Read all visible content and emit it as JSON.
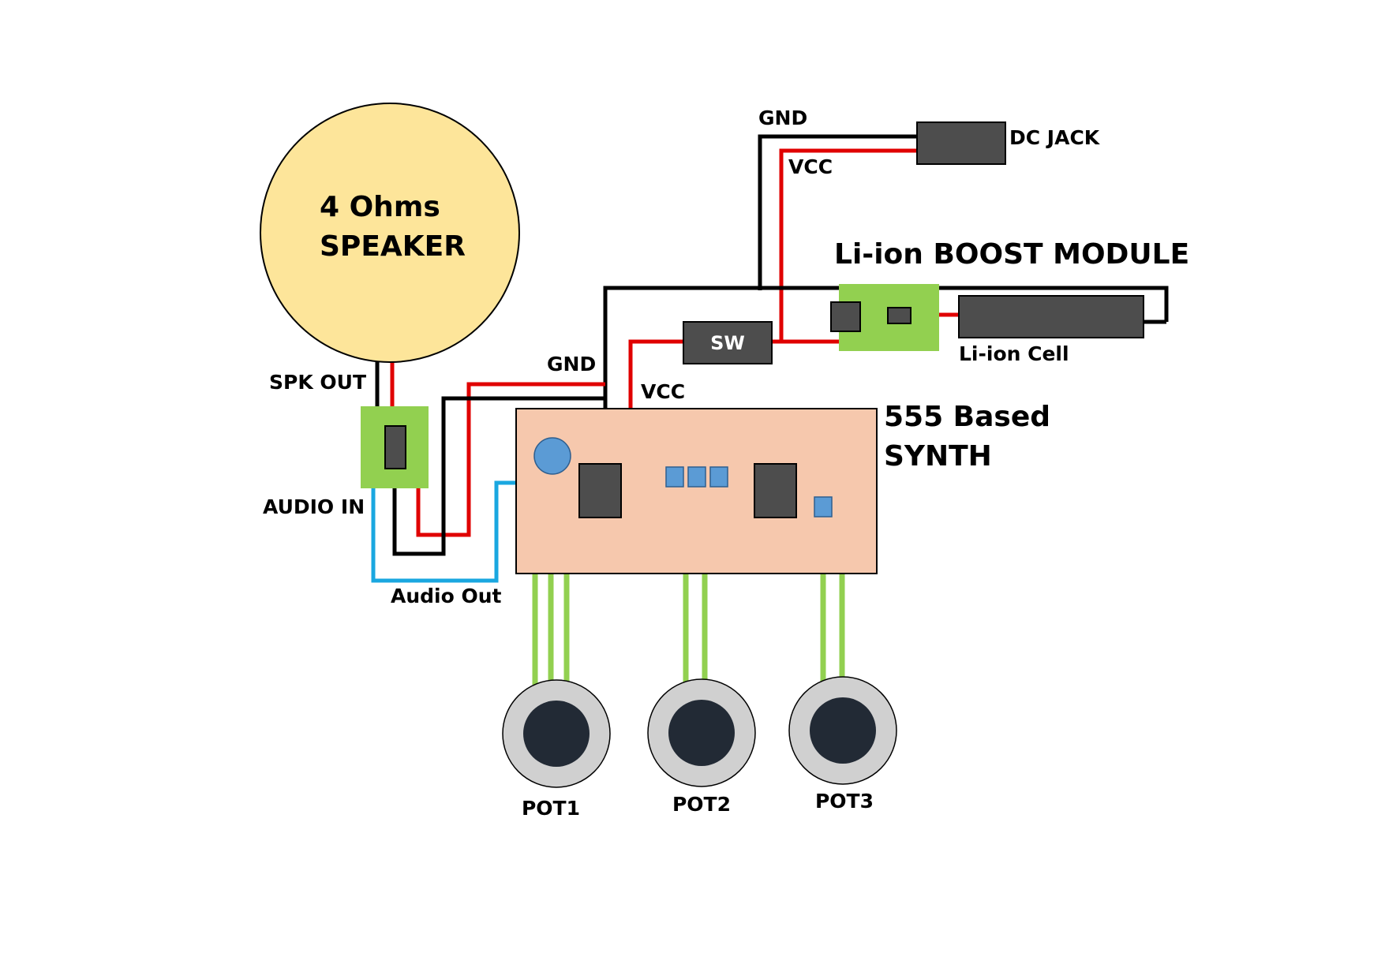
{
  "colors": {
    "gnd_wire": "#000000",
    "vcc_wire": "#e00000",
    "audio_wire": "#1aa7e0",
    "pot_wire": "#92d050",
    "speaker_fill": "#fde59a",
    "board_fill": "#f6c8ad",
    "module_fill": "#92d050",
    "component_fill": "#4d4d4d",
    "small_part_fill": "#5b9bd5",
    "pot_ring": "#d0d0d0",
    "pot_knob": "#222a35"
  },
  "speaker": {
    "line1": "4 Ohms",
    "line2": "SPEAKER"
  },
  "labels": {
    "spk_out": "SPK OUT",
    "audio_in": "AUDIO IN",
    "audio_out": "Audio Out",
    "gnd_top": "GND",
    "vcc_top": "VCC",
    "gnd_mid": "GND",
    "vcc_mid": "VCC",
    "dc_jack": "DC JACK",
    "boost_module": "Li-ion BOOST MODULE",
    "li_ion_cell": "Li-ion Cell",
    "switch": "SW",
    "synth_line1": "555 Based",
    "synth_line2": "SYNTH"
  },
  "pots": [
    {
      "label": "POT1"
    },
    {
      "label": "POT2"
    },
    {
      "label": "POT3"
    }
  ]
}
